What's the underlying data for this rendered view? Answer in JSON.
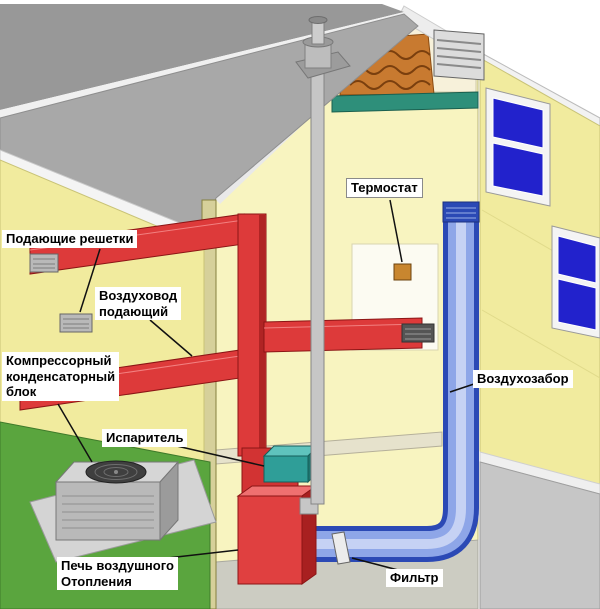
{
  "diagram": {
    "type": "hvac-house-cutaway",
    "labels": {
      "supply_grilles": [
        "Подающие решетки"
      ],
      "supply_duct": [
        "Воздуховод",
        "подающий"
      ],
      "compressor_unit": [
        "Компрессорный",
        "конденсаторный",
        "блок"
      ],
      "evaporator": [
        "Испаритель"
      ],
      "furnace": [
        "Печь воздушного",
        "Отопления"
      ],
      "thermostat": [
        "Термостат"
      ],
      "air_intake": [
        "Воздухозабор"
      ],
      "filter": [
        "Фильтр"
      ]
    },
    "colors": {
      "supply_duct_red": "#dd3a3a",
      "return_duct_blue": "#2b49b5",
      "wall_yellow": "#f1eb9e",
      "interior_yellow": "#f8f4c0",
      "grass_green": "#5aa53e",
      "window_blue": "#2222cc",
      "evaporator_teal": "#2f9e98",
      "roof_gray": "#a8a8a8"
    }
  }
}
